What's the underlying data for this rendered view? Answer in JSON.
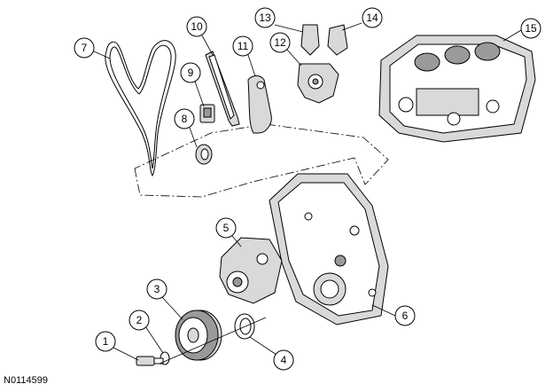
{
  "figure": {
    "code": "N0114599",
    "callouts": [
      {
        "label": "1"
      },
      {
        "label": "2"
      },
      {
        "label": "3"
      },
      {
        "label": "4"
      },
      {
        "label": "5"
      },
      {
        "label": "6"
      },
      {
        "label": "7"
      },
      {
        "label": "8"
      },
      {
        "label": "9"
      },
      {
        "label": "10"
      },
      {
        "label": "11"
      },
      {
        "label": "12"
      },
      {
        "label": "13"
      },
      {
        "label": "14"
      },
      {
        "label": "15"
      }
    ]
  }
}
